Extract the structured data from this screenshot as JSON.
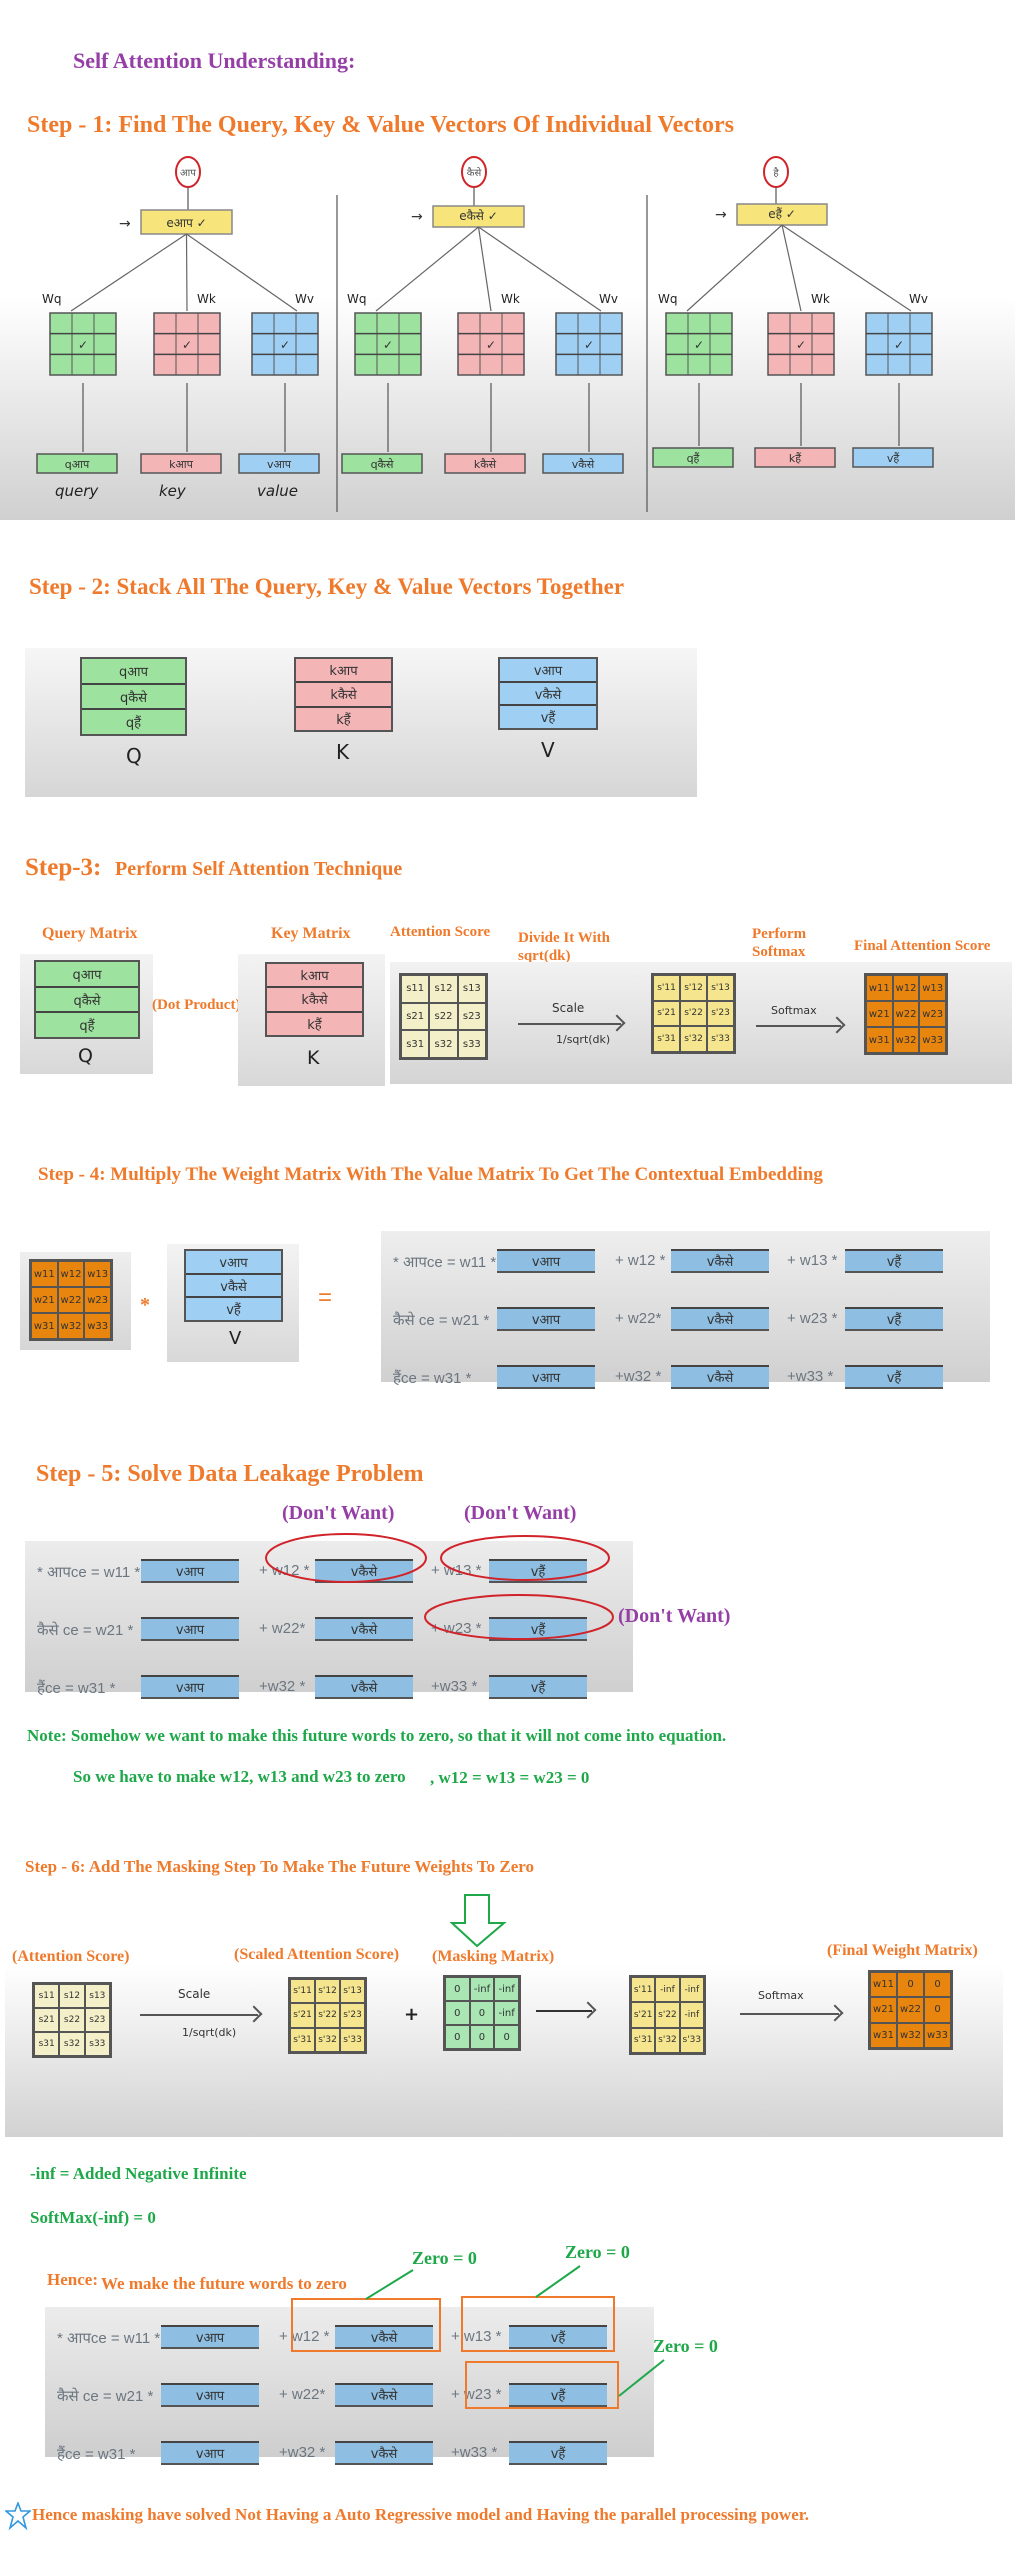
{
  "title": "Self Attention Understanding:",
  "colors": {
    "orange": "#ef7a2c",
    "purple": "#953fa6",
    "green": "#1fa84a",
    "query": "#9de39f",
    "key": "#f4b5b7",
    "value": "#9fd0f3",
    "embedding": "#f7e57c",
    "score": "#f3efc8",
    "scaled": "#f5e58e",
    "final": "#e8850e",
    "mask": "#a9e6b3"
  },
  "step1": {
    "heading": "Step - 1: Find The Query, Key & Value Vectors Of Individual Vectors",
    "columns": [
      {
        "word": "आप",
        "embedding": "eआप ✓",
        "weights": [
          "Wq",
          "Wk",
          "Wv"
        ],
        "outputs": [
          "qआप",
          "kआप",
          "vआप"
        ]
      },
      {
        "word": "कैसे",
        "embedding": "eकैसे ✓",
        "weights": [
          "Wq",
          "Wk",
          "Wv"
        ],
        "outputs": [
          "qकैसे",
          "kकैसे",
          "vकैसे"
        ]
      },
      {
        "word": "है",
        "embedding": "eहैं ✓",
        "weights": [
          "Wq",
          "Wk",
          "Wv"
        ],
        "outputs": [
          "qहैं",
          "kहैं",
          "vहैं"
        ]
      }
    ],
    "output_labels": [
      "query",
      "key",
      "value"
    ]
  },
  "step2": {
    "heading": "Step - 2: Stack All The Query, Key & Value Vectors Together",
    "Q": {
      "rows": [
        "qआप",
        "qकैसे",
        "qहैं"
      ],
      "label": "Q"
    },
    "K": {
      "rows": [
        "kआप",
        "kकैसे",
        "kहैं"
      ],
      "label": "K"
    },
    "V": {
      "rows": [
        "vआप",
        "vकैसे",
        "vहैं"
      ],
      "label": "V"
    }
  },
  "step3": {
    "heading_prefix": "Step-3:",
    "heading": "Perform Self Attention Technique",
    "query_label": "Query Matrix",
    "key_label": "Key Matrix",
    "attention_label": "Attention Score",
    "divide_label_1": "Divide It With",
    "divide_label_2": "sqrt(dk)",
    "softmax_label_1": "Perform",
    "softmax_label_2": "Softmax",
    "final_label": "Final Attention Score",
    "dot_product": "(Dot Product)",
    "Q": {
      "rows": [
        "qआप",
        "qकैसे",
        "qहैं"
      ],
      "label": "Q"
    },
    "K": {
      "rows": [
        "kआप",
        "kकैसे",
        "kहैं"
      ],
      "label": "K"
    },
    "scale_top": "Scale",
    "scale_bottom": "1/sqrt(dk)",
    "softmax_arrow": "Softmax",
    "attention_matrix": [
      "s11",
      "s12",
      "s13",
      "s21",
      "s22",
      "s23",
      "s31",
      "s32",
      "s33"
    ],
    "scaled_matrix": [
      "s'11",
      "s'12",
      "s'13",
      "s'21",
      "s'22",
      "s'23",
      "s'31",
      "s'32",
      "s'33"
    ],
    "final_matrix": [
      "w11",
      "w12",
      "w13",
      "w21",
      "w22",
      "w23",
      "w31",
      "w32",
      "w33"
    ]
  },
  "step4": {
    "heading": "Step - 4: Multiply The Weight Matrix With The Value Matrix To Get The Contextual Embedding",
    "weight_matrix": [
      "w11",
      "w12",
      "w13",
      "w21",
      "w22",
      "w23",
      "w31",
      "w32",
      "w33"
    ],
    "times": "*",
    "V": {
      "rows": [
        "vआप",
        "vकैसे",
        "vहैं"
      ],
      "label": "V"
    },
    "equals": "=",
    "equations": [
      {
        "label": "* आपce = w11 *",
        "terms": [
          {
            "op": "",
            "v": "vआप"
          },
          {
            "op": "+  w12 *",
            "v": "vकैसे"
          },
          {
            "op": "+  w13 *",
            "v": "vहैं"
          }
        ]
      },
      {
        "label": "कैसे ce = w21 *",
        "terms": [
          {
            "op": "",
            "v": "vआप"
          },
          {
            "op": "+  w22*",
            "v": "vकैसे"
          },
          {
            "op": "+  w23 *",
            "v": "vहैं"
          }
        ]
      },
      {
        "label": "हैंce = w31 *",
        "terms": [
          {
            "op": "",
            "v": "vआप"
          },
          {
            "op": "+w32 *",
            "v": "vकैसे"
          },
          {
            "op": "+w33 *",
            "v": "vहैं"
          }
        ]
      }
    ]
  },
  "step5": {
    "heading": "Step - 5: Solve Data Leakage Problem",
    "dont_want": [
      "(Don't Want)",
      "(Don't Want)",
      "(Don't Want)"
    ],
    "equations": [
      {
        "label": "* आपce = w11 *",
        "terms": [
          {
            "op": "",
            "v": "vआप"
          },
          {
            "op": "+ w12 *",
            "v": "vकैसे"
          },
          {
            "op": "+ w13 *",
            "v": "vहैं"
          }
        ]
      },
      {
        "label": "कैसे ce = w21 *",
        "terms": [
          {
            "op": "",
            "v": "vआप"
          },
          {
            "op": "+  w22*",
            "v": "vकैसे"
          },
          {
            "op": "+ w23 *",
            "v": "vहैं"
          }
        ]
      },
      {
        "label": "हैंce = w31 *",
        "terms": [
          {
            "op": "",
            "v": "vआप"
          },
          {
            "op": "+w32 *",
            "v": "vकैसे"
          },
          {
            "op": "+w33 *",
            "v": "vहैं"
          }
        ]
      }
    ],
    "note": "Note: Somehow we want to make this future words to zero, so that it will not come into equation.",
    "so_we": "So we have to make w12, w13 and w23 to zero",
    "so_we_eq": ", w12 = w13 = w23 = 0"
  },
  "step6": {
    "heading": "Step - 6: Add The Masking Step To Make The Future Weights To Zero",
    "labels": {
      "attention": "(Attention Score)",
      "scaled": "(Scaled Attention Score)",
      "masking": "(Masking Matrix)",
      "final": "(Final Weight Matrix)"
    },
    "scale_top": "Scale",
    "scale_bottom": "1/sqrt(dk)",
    "plus": "+",
    "softmax_arrow": "Softmax",
    "attention_matrix": [
      "s11",
      "s12",
      "s13",
      "s21",
      "s22",
      "s23",
      "s31",
      "s32",
      "s33"
    ],
    "scaled_matrix": [
      "s'11",
      "s'12",
      "s'13",
      "s'21",
      "s'22",
      "s'23",
      "s'31",
      "s'32",
      "s'33"
    ],
    "mask_matrix": [
      "0",
      "-inf",
      "-inf",
      "0",
      "0",
      "-inf",
      "0",
      "0",
      "0"
    ],
    "masked_matrix": [
      "s'11",
      "-inf",
      "-inf",
      "s'21",
      "s'22",
      "-inf",
      "s'31",
      "s'32",
      "s'33"
    ],
    "final_matrix": [
      "w11",
      "0",
      "0",
      "w21",
      "w22",
      "0",
      "w31",
      "w32",
      "w33"
    ],
    "inf_note": "-inf = Added Negative Infinite",
    "softmax_note": "SoftMax(-inf) = 0",
    "hence_prefix": "Hence:",
    "hence_text": "We make the future words to zero",
    "zero_labels": [
      "Zero = 0",
      "Zero = 0",
      "Zero = 0"
    ],
    "equations": [
      {
        "label": "* आपce = w11 *",
        "terms": [
          {
            "op": "",
            "v": "vआप"
          },
          {
            "op": "+ w12 *",
            "v": "vकैसे"
          },
          {
            "op": "+ w13 *",
            "v": "vहैं"
          }
        ]
      },
      {
        "label": "कैसे ce = w21 *",
        "terms": [
          {
            "op": "",
            "v": "vआप"
          },
          {
            "op": "+  w22*",
            "v": "vकैसे"
          },
          {
            "op": "+ w23 *",
            "v": "vहैं"
          }
        ]
      },
      {
        "label": "हैंce = w31 *",
        "terms": [
          {
            "op": "",
            "v": "vआप"
          },
          {
            "op": "+w32 *",
            "v": "vकैसे"
          },
          {
            "op": "+w33 *",
            "v": "vहैं"
          }
        ]
      }
    ],
    "conclusion": "Hence masking have solved Not Having a Auto Regressive model and Having the parallel processing power."
  }
}
